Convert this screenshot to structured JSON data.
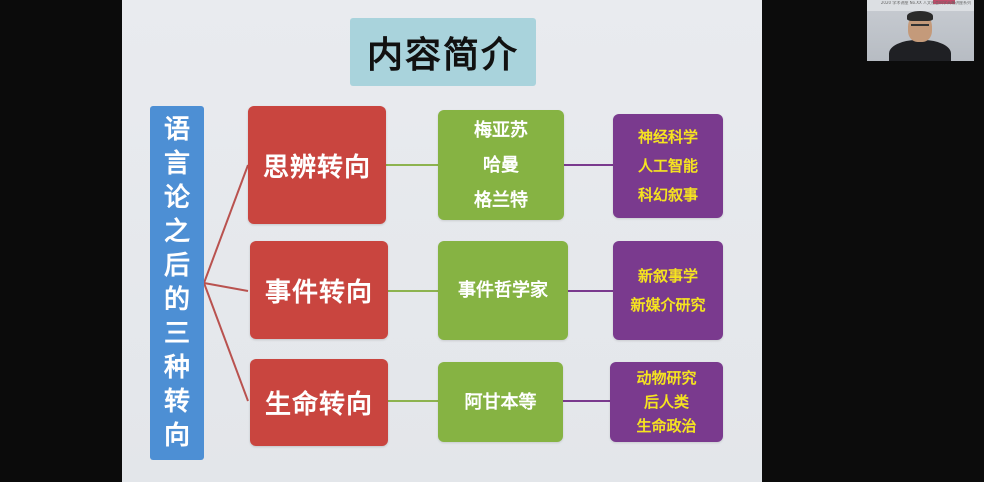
{
  "slide": {
    "title": "内容简介",
    "vertical_title_chars": [
      "语",
      "言",
      "论",
      "之",
      "后",
      "的",
      "三",
      "种",
      "转",
      "向"
    ],
    "rows": [
      {
        "turn": "思辨转向",
        "people": [
          "梅亚苏",
          "哈曼",
          "格兰特"
        ],
        "fields": [
          "神经科学",
          "人工智能",
          "科幻叙事"
        ]
      },
      {
        "turn": "事件转向",
        "people": [
          "事件哲学家"
        ],
        "fields": [
          "新叙事学",
          "新媒介研究"
        ]
      },
      {
        "turn": "生命转向",
        "people": [
          "阿甘本等"
        ],
        "fields": [
          "动物研究",
          "后人类",
          "生命政治"
        ]
      }
    ]
  },
  "webcam": {
    "caption": "2020 学术讲座 No.XX 人文社会科学高端讲座系列"
  },
  "colors": {
    "title_box": "#a9d3dc",
    "vertical_box": "#4d8fd4",
    "turn_box": "#c9453f",
    "people_box": "#86b343",
    "field_box": "#7a3a8e",
    "field_text": "#f5e320"
  }
}
